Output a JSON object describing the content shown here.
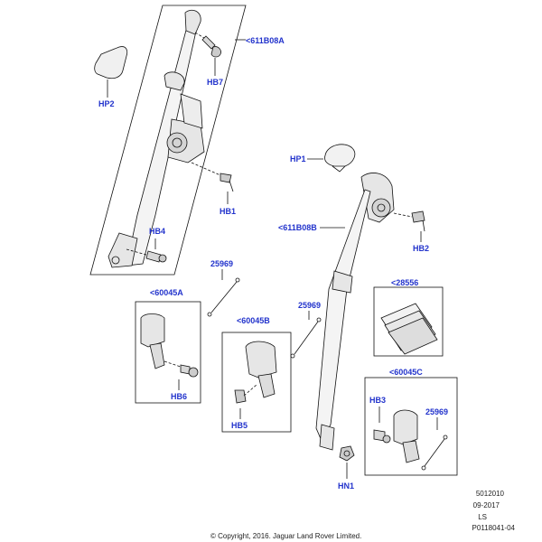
{
  "diagram": {
    "callouts": {
      "hp2": "HP2",
      "hb7": "HB7",
      "b611_a": "<611B08A",
      "hb1": "HB1",
      "hb4": "HB4",
      "hp1": "HP1",
      "b611_b": "<611B08B",
      "hb2": "HB2",
      "p25969_a": "25969",
      "p60045a": "<60045A",
      "hb6": "HB6",
      "p25969_b": "25969",
      "p60045b": "<60045B",
      "hb5": "HB5",
      "p28556": "<28556",
      "p60045c": "<60045C",
      "hb3": "HB3",
      "p25969_c": "25969",
      "hn1": "HN1"
    },
    "footer": {
      "line1": "5012010",
      "line2": "09-2017",
      "line3": "LS",
      "line4": "P0118041-04",
      "copyright": "© Copyright, 2016. Jaguar Land Rover Limited."
    },
    "colors": {
      "callout": "#2233cc",
      "line": "#111111",
      "part_fill": "#e6e6e6"
    }
  }
}
